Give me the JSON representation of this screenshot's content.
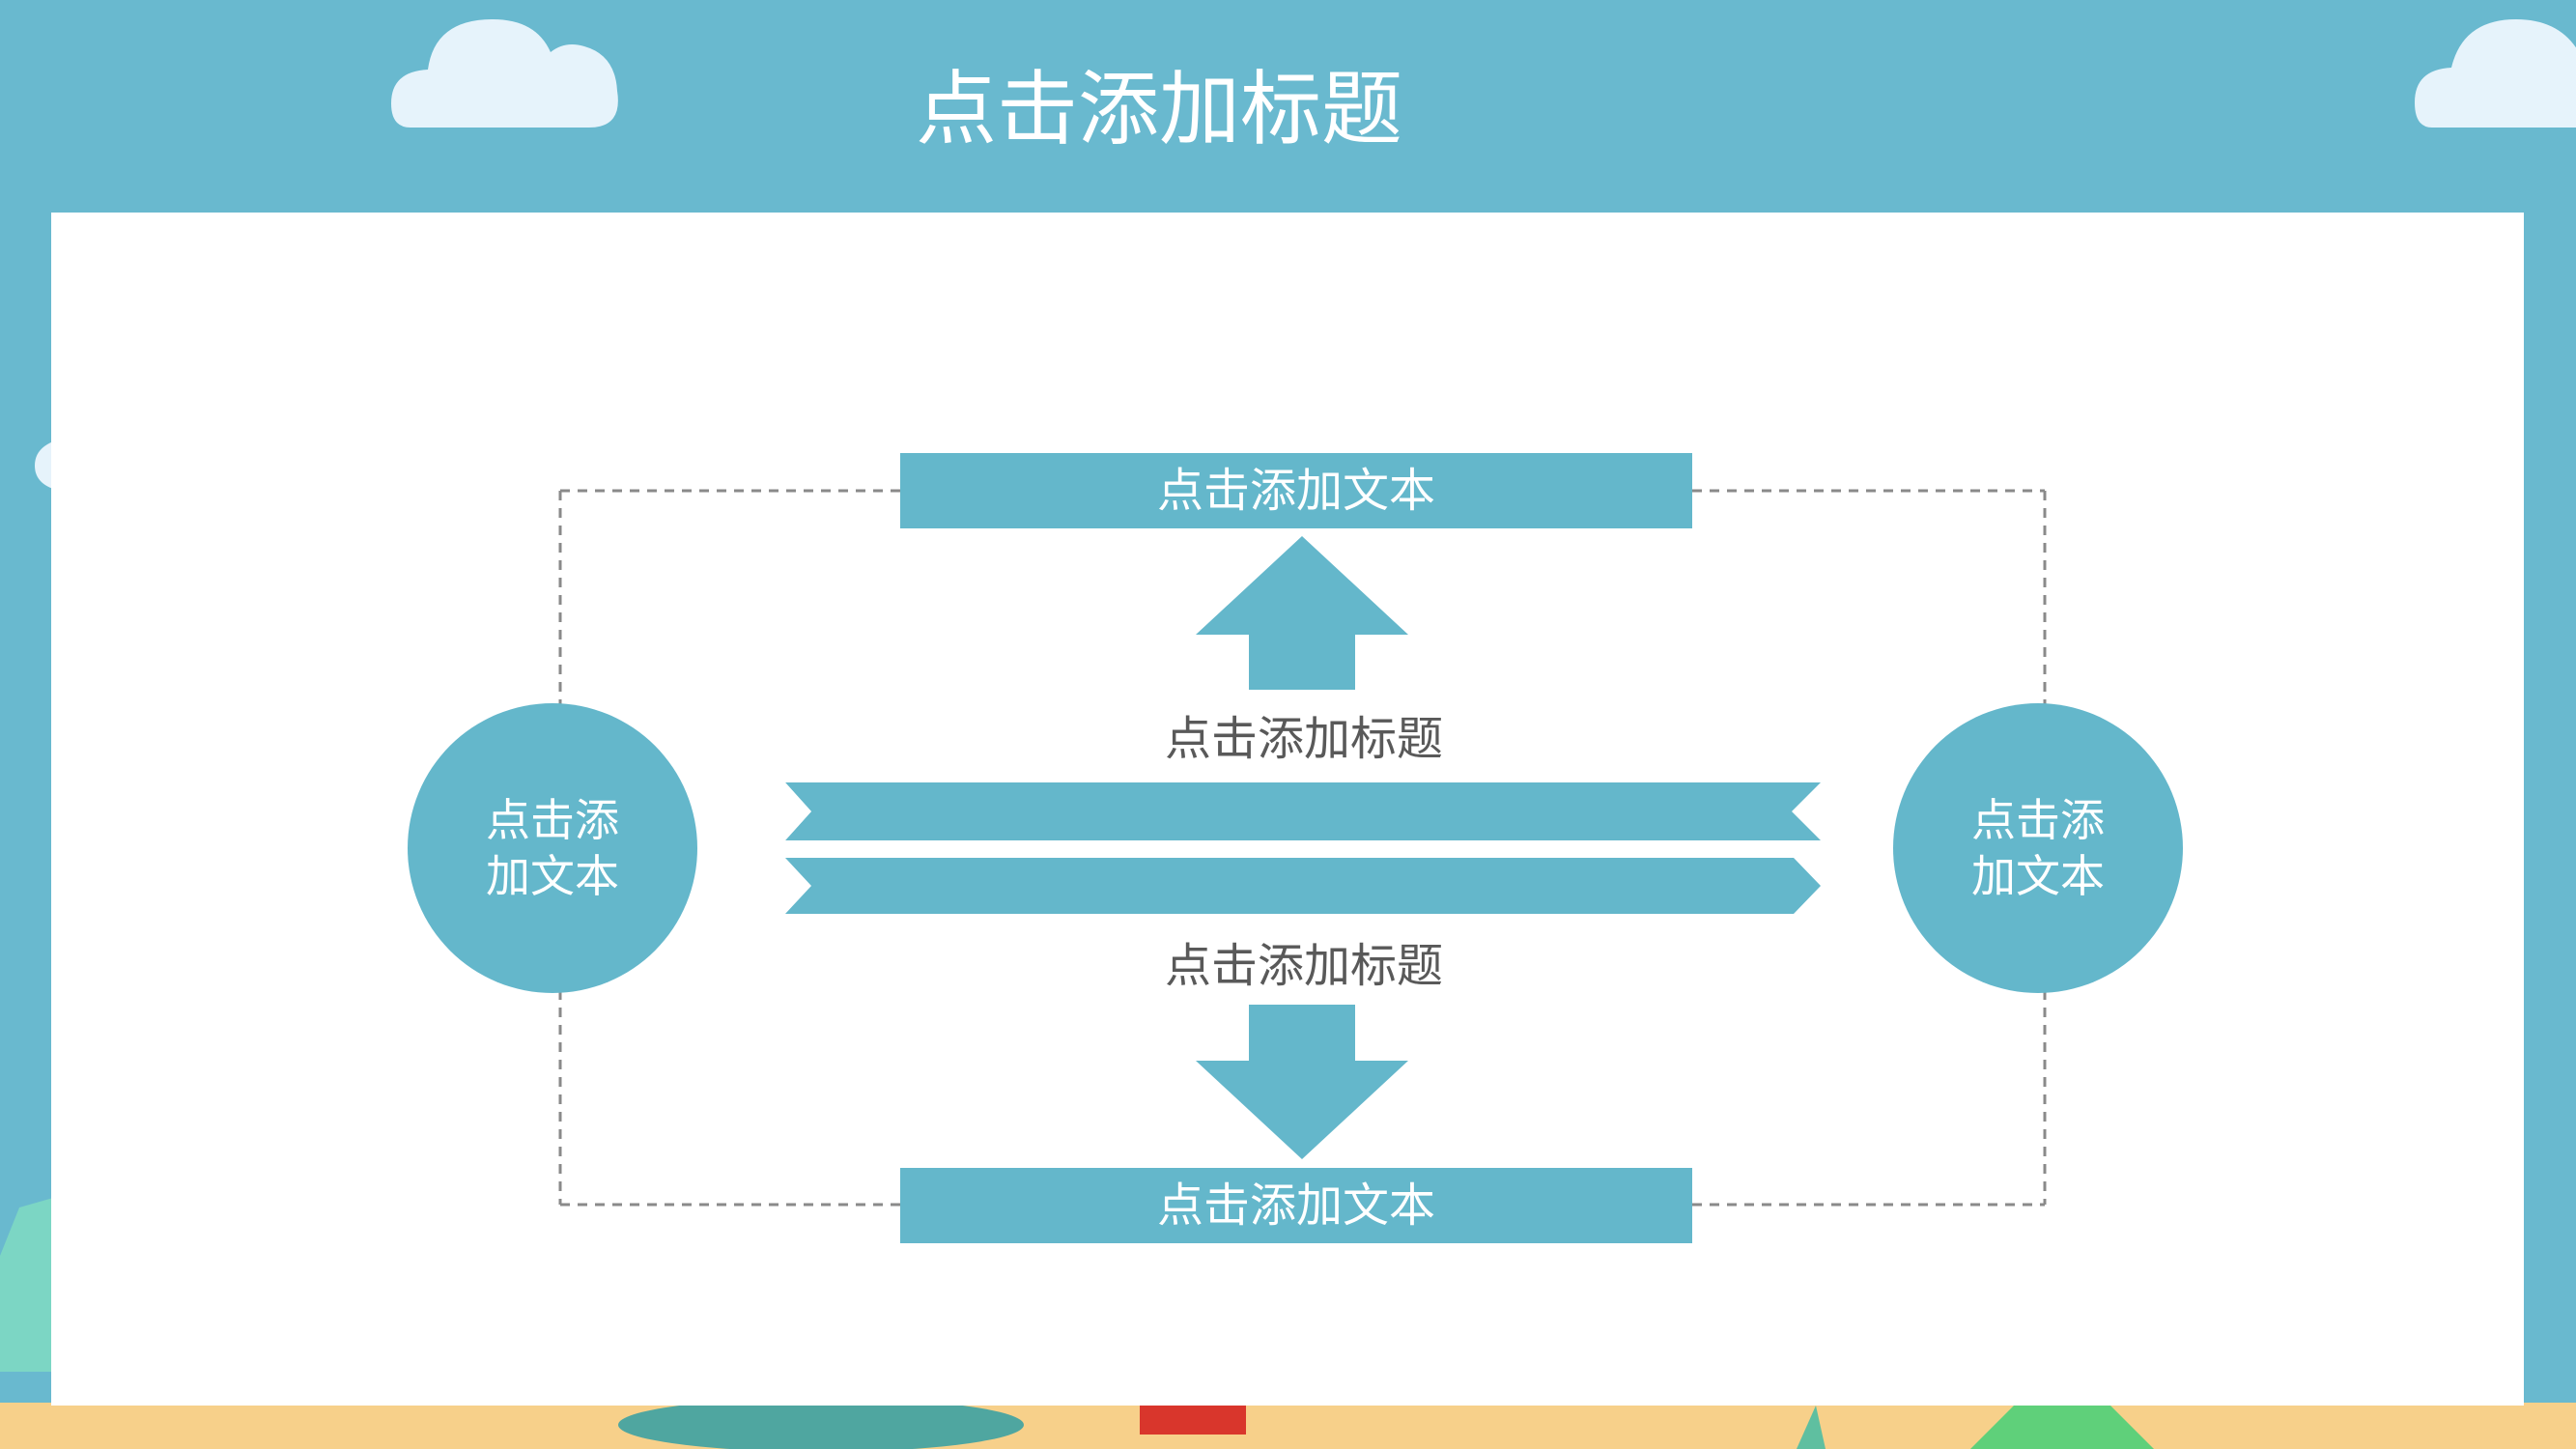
{
  "slide": {
    "title": "点击添加标题",
    "top_box_label": "点击添加文本",
    "bottom_box_label": "点击添加文本",
    "upper_center_label": "点击添加标题",
    "lower_center_label": "点击添加标题",
    "left_circle_line1": "点击添",
    "left_circle_line2": "加文本",
    "right_circle_line1": "点击添",
    "right_circle_line2": "加文本"
  },
  "colors": {
    "background": "#69b9cf",
    "shape_fill": "#64b7cb",
    "panel": "#ffffff",
    "label_gray": "#595959",
    "cloud": "#e6f3fb",
    "ground": "#f7d08a"
  }
}
